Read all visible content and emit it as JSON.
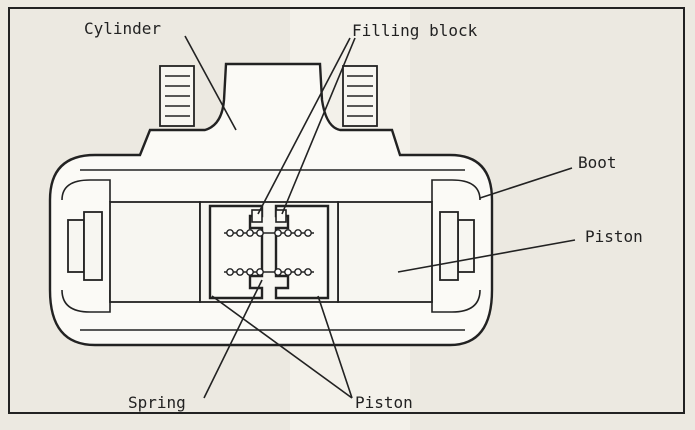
{
  "labels": {
    "cylinder": "Cylinder",
    "filling_block": "Filling block",
    "boot": "Boot",
    "piston_right": "Piston",
    "spring": "Spring",
    "piston_bottom": "Piston"
  },
  "colors": {
    "paper": "#ece9e1",
    "ink": "#222222",
    "frame_fill": "#f7f5ef"
  }
}
